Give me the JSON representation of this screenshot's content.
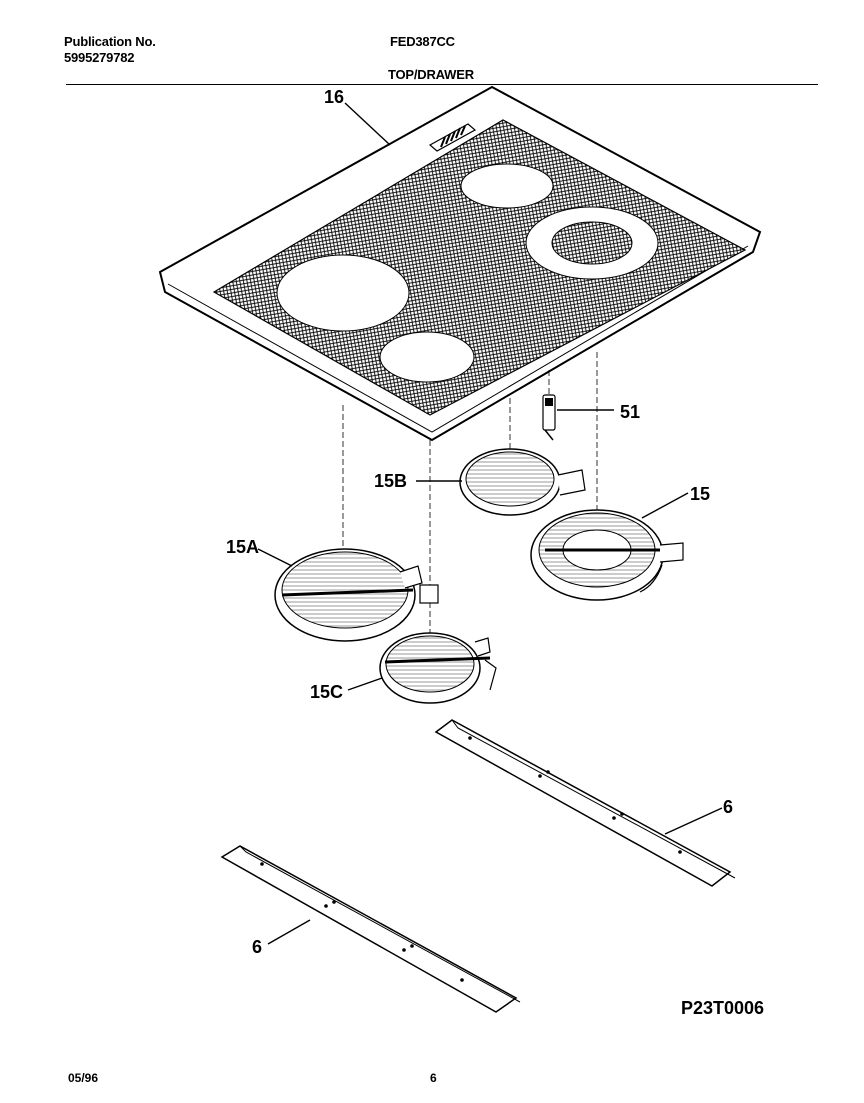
{
  "header": {
    "publication_label": "Publication No.",
    "publication_number": "5995279782",
    "model": "FED387CC",
    "section": "TOP/DRAWER"
  },
  "parts": [
    {
      "callout": "16"
    },
    {
      "callout": "51"
    },
    {
      "callout": "15B"
    },
    {
      "callout": "15"
    },
    {
      "callout": "15A"
    },
    {
      "callout": "15C"
    },
    {
      "callout": "6"
    },
    {
      "callout": "6"
    }
  ],
  "diagram_ref": "P23T0006",
  "footer": {
    "date": "05/96",
    "page": "6"
  }
}
